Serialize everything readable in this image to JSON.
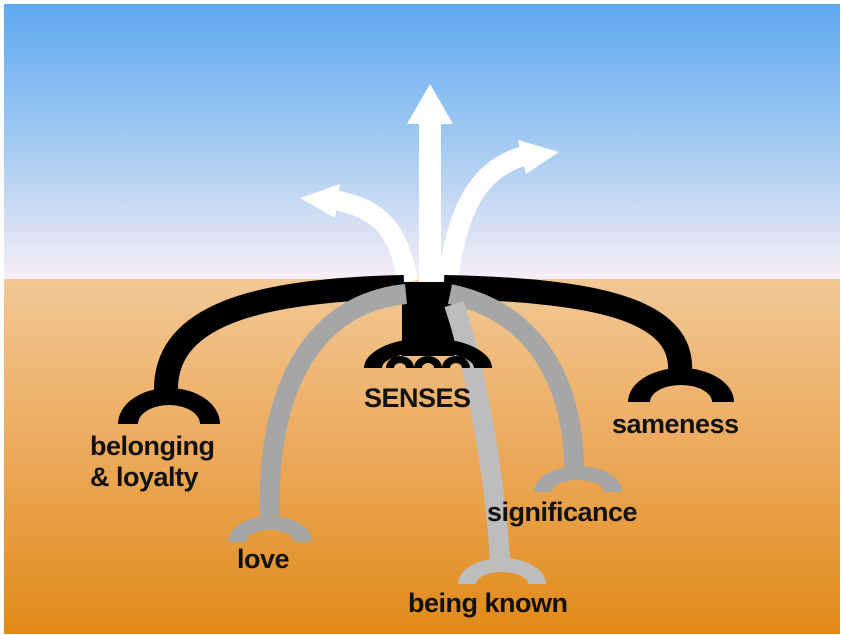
{
  "diagram": {
    "labels": {
      "senses": "SENSES",
      "belonging_line1": "belonging",
      "belonging_line2": "& loyalty",
      "sameness": "sameness",
      "love": "love",
      "significance": "significance",
      "being_known": "being known"
    },
    "colors": {
      "sky_top": "#5ea8f0",
      "sky_bottom": "#f7eef6",
      "ground_top": "#f2c896",
      "ground_bottom": "#e08a18",
      "black_roots": "#000000",
      "gray_roots": "#a6a6a6",
      "light_gray_root": "#bdbdbd",
      "arrows": "#ffffff"
    }
  }
}
